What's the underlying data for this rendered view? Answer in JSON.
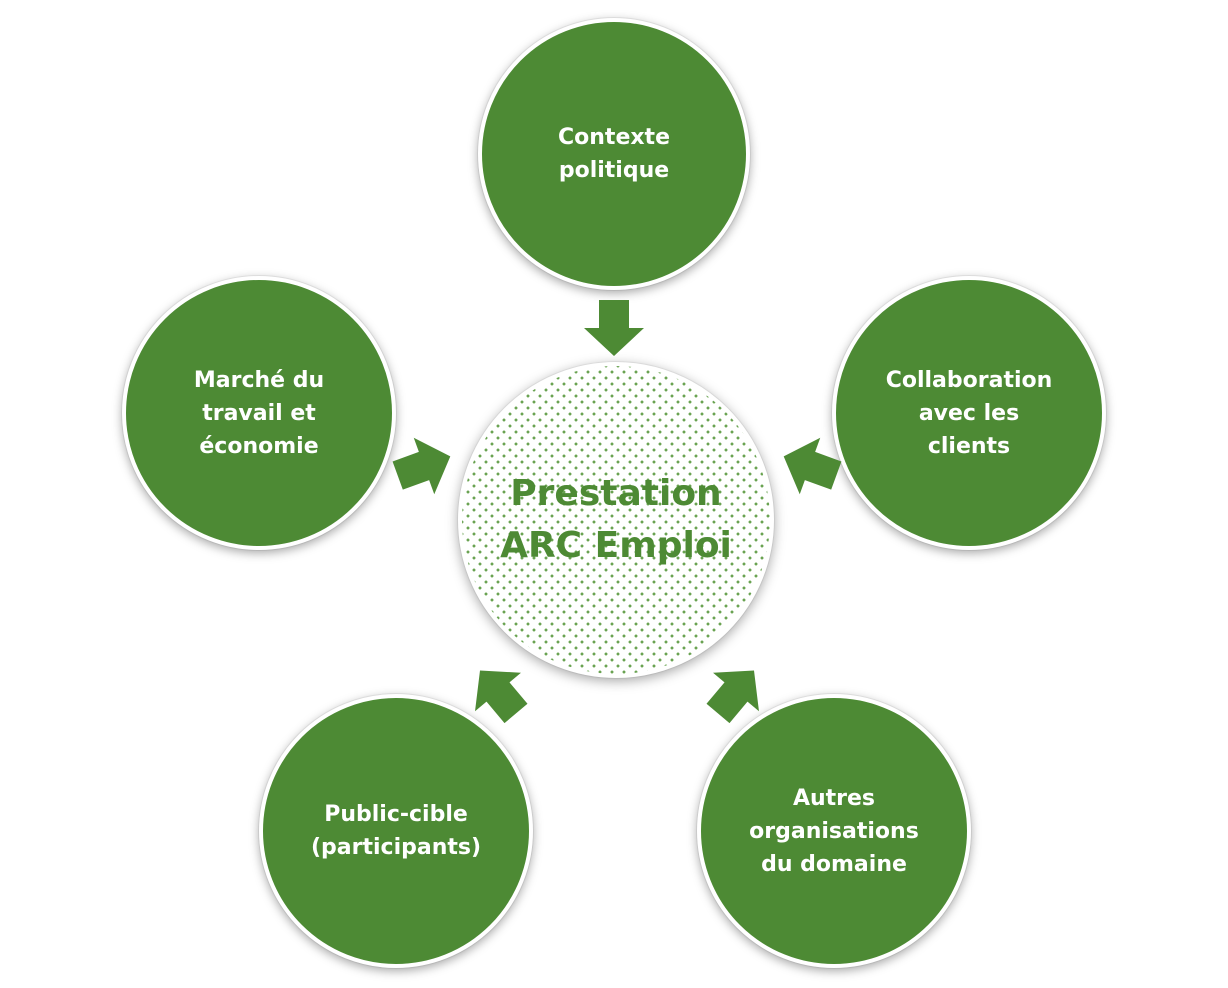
{
  "diagram": {
    "center": {
      "label": "Prestation\nARC Emploi"
    },
    "nodes": [
      {
        "id": "contexte-politique",
        "label": "Contexte\npolitique"
      },
      {
        "id": "collaboration-clients",
        "label": "Collaboration\navec les\nclients"
      },
      {
        "id": "autres-organisations",
        "label": "Autres\norganisations\ndu domaine"
      },
      {
        "id": "public-cible",
        "label": "Public-cible\n(participants)"
      },
      {
        "id": "marche-travail",
        "label": "Marché du\ntravail et\néconomie"
      }
    ],
    "colors": {
      "node_fill": "#4d8a34",
      "node_text": "#ffffff",
      "center_text": "#4d8a34",
      "center_dots": "#6aa352",
      "arrow_fill": "#4d8a34"
    }
  }
}
